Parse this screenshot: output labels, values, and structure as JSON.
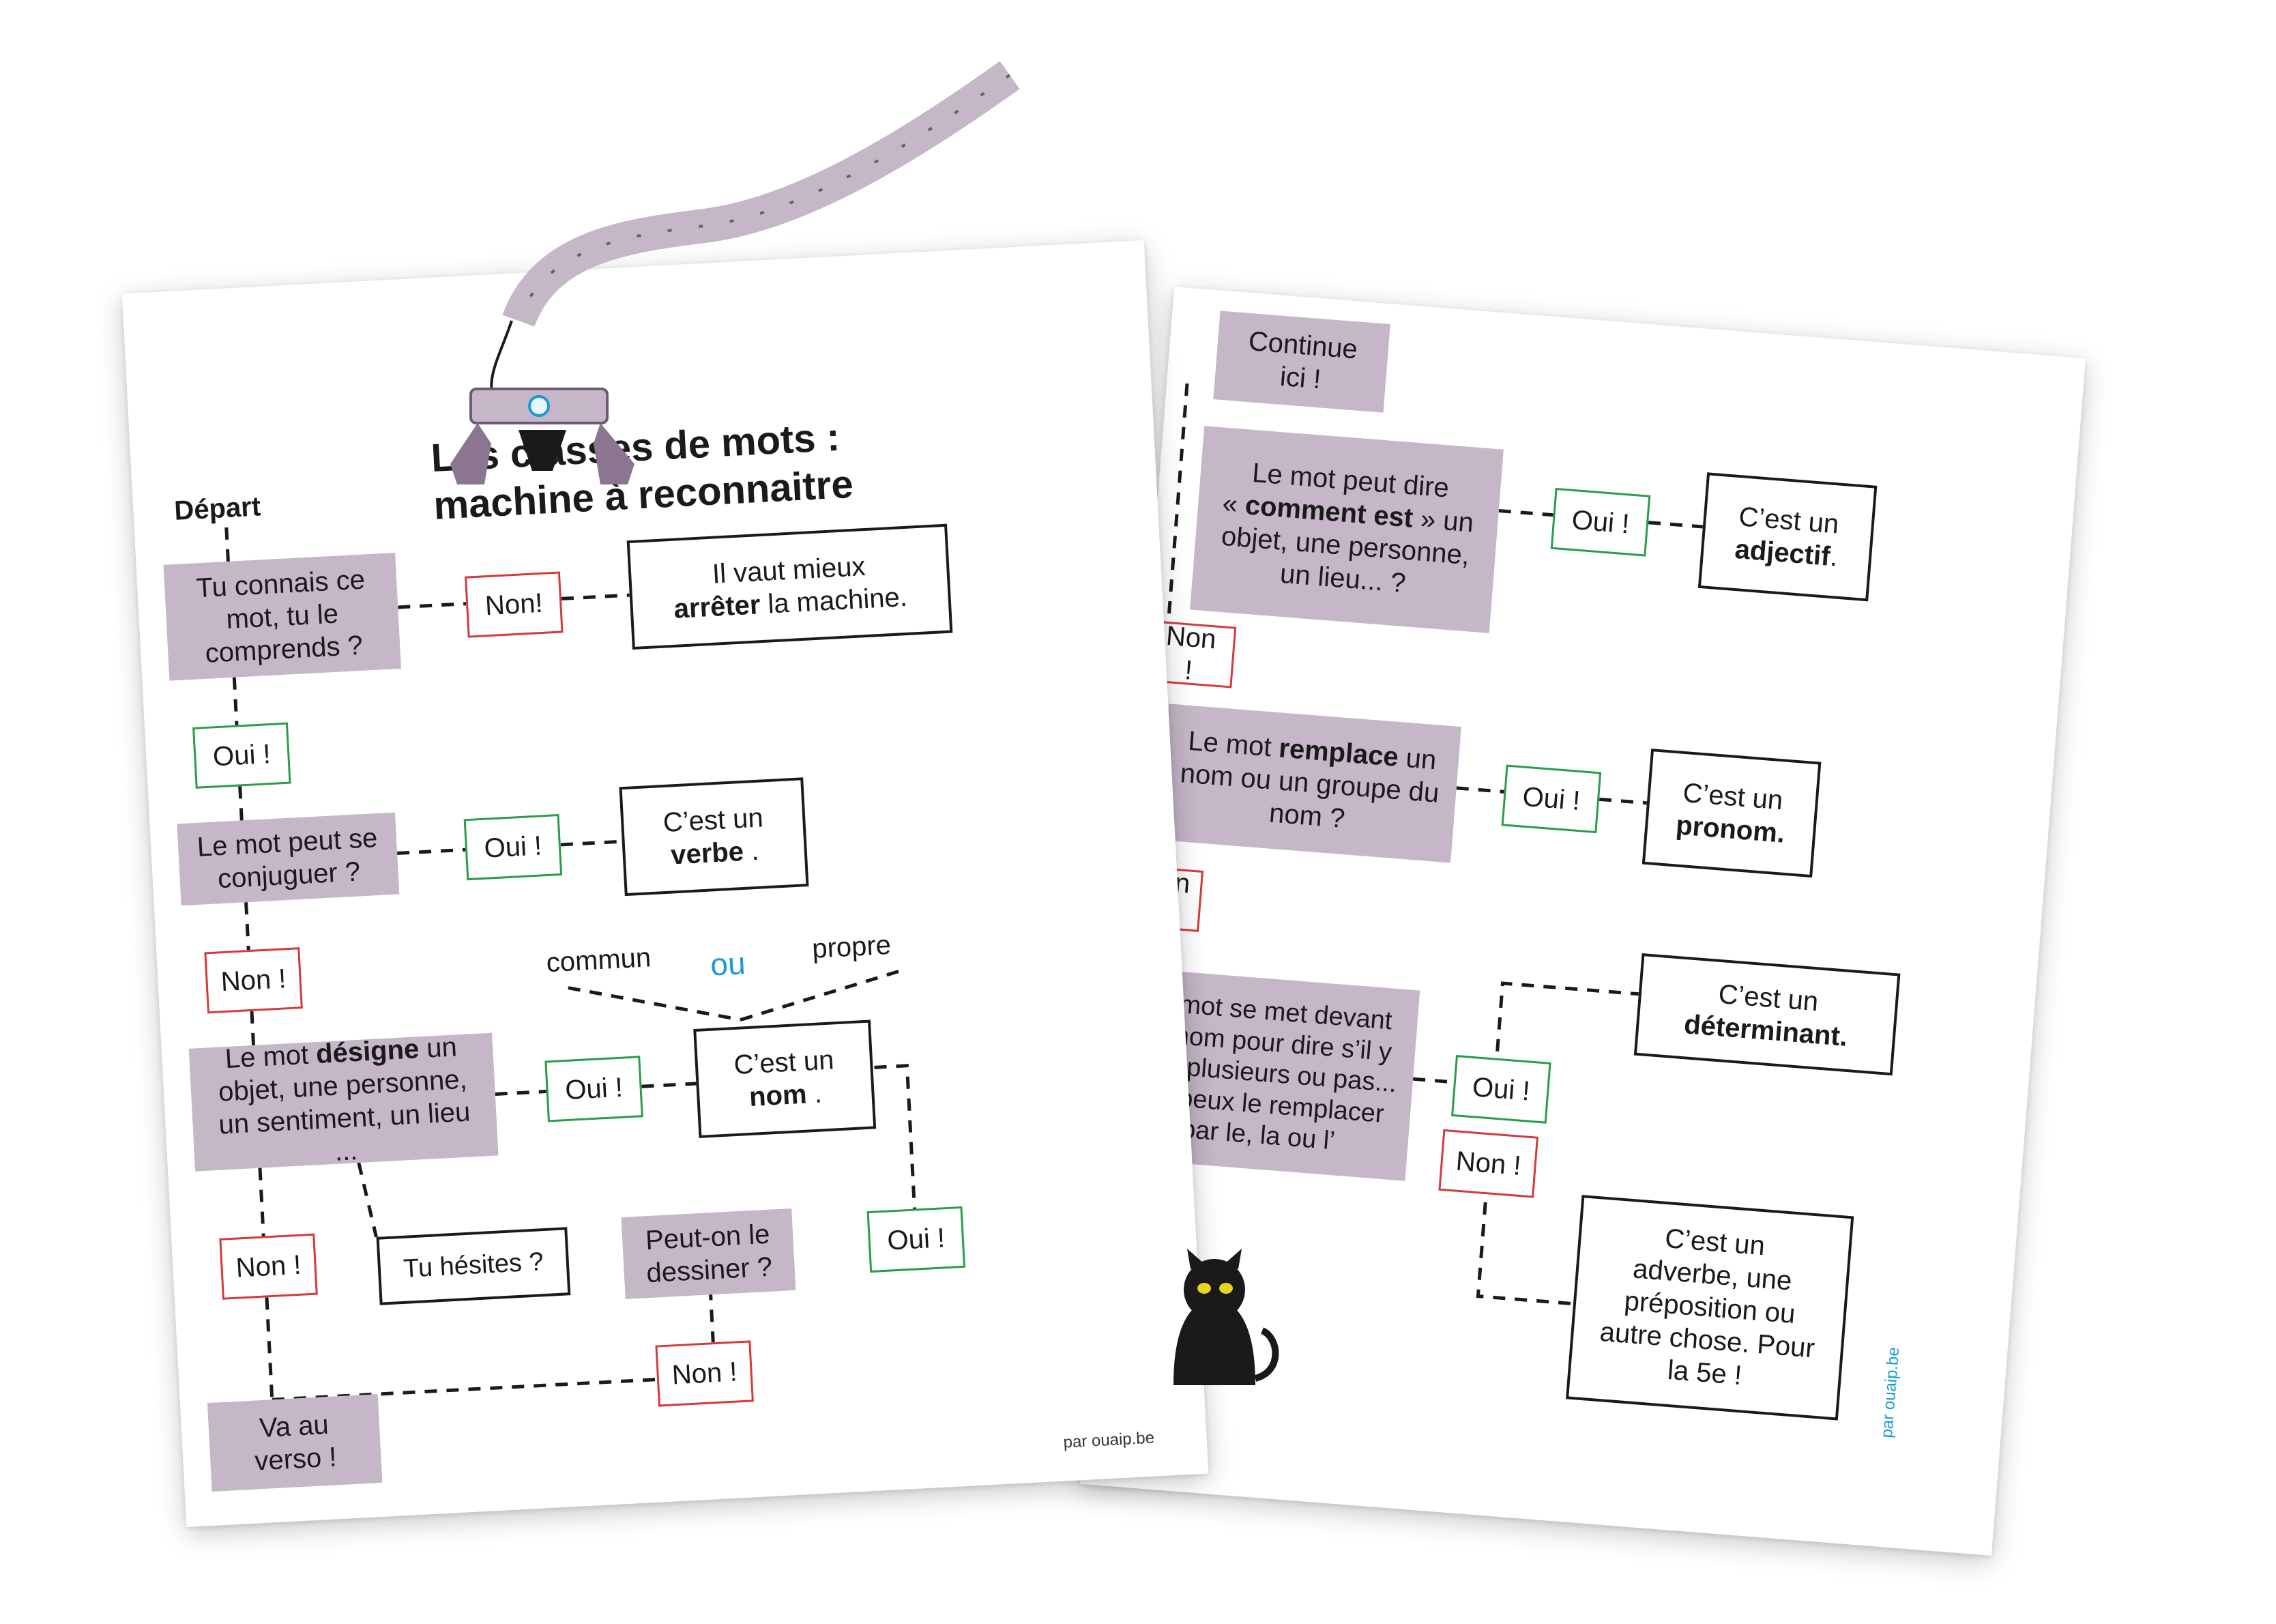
{
  "front": {
    "title": "Les classes de mots :\nmachine à reconnaitre",
    "depart": "Départ",
    "q1": "Tu connais ce\nmot, tu le\ncomprends ?",
    "q1_non": "Non!",
    "a1": {
      "pre": "Il vaut mieux\n",
      "bold": "arrêter",
      "post": " la machine."
    },
    "q1_oui": "Oui !",
    "q2": "Le mot peut se\nconjuguer ?",
    "q2_oui": "Oui !",
    "a2": {
      "pre": "C’est un\n",
      "bold": "verbe",
      "post": " ."
    },
    "q2_non": "Non !",
    "commun": "commun",
    "ou": "ou",
    "propre": "propre",
    "q3": {
      "pre": "Le mot ",
      "bold": "désigne",
      "post": " un\nobjet, une personne,\nun sentiment, un lieu ..."
    },
    "q3_oui": "Oui !",
    "a3": {
      "pre": "C’est un\n",
      "bold": "nom",
      "post": " ."
    },
    "q3_non": "Non !",
    "hesites": "Tu hésites ?",
    "q4": "Peut-on le\ndessiner ?",
    "q4_oui": "Oui !",
    "q4_non": "Non !",
    "verso": "Va au\nverso !",
    "credit": "par ouaip.be"
  },
  "back": {
    "start": "Continue\nici !",
    "q5": {
      "pre": "Le mot peut dire\n« ",
      "bold": "comment est",
      "post": " » un\nobjet, une personne,\nun lieu... ?"
    },
    "q5_oui": "Oui !",
    "a5": {
      "pre": "C’est un\n",
      "bold": "adjectif",
      "post": "."
    },
    "q5_non": "Non !",
    "q6": {
      "pre": "Le mot ",
      "bold": "remplace",
      "post": " un\nnom ou un groupe du\nnom ?"
    },
    "q6_oui": "Oui !",
    "a6": {
      "pre": "C’est un\n",
      "bold": "pronom.",
      "post": ""
    },
    "q6_non": "Non !",
    "q7": "Le mot se met devant\nun nom pour dire s’il y\nen a plusieurs ou pas...\nOu peux le remplacer\npar le, la ou l’",
    "q7_oui": "Oui !",
    "a7": {
      "pre": "C’est un\n",
      "bold": "déterminant.",
      "post": ""
    },
    "q7_non": "Non !",
    "a8": "C’est un\nadverbe, une\npréposition ou\nautre chose. Pour\nla 5e !",
    "credit": "par ouaip.be"
  },
  "colors": {
    "question": "#c5b6c8",
    "oui": "#2a9c4a",
    "non": "#d43a3a",
    "accent": "#1b9ad6"
  }
}
